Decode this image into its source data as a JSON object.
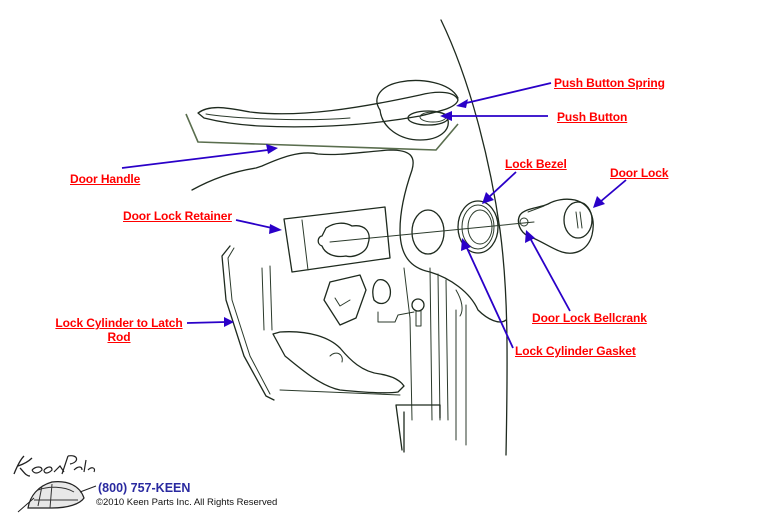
{
  "diagram": {
    "title": "Door Lock Diagram",
    "labels": [
      {
        "id": "push-button-spring",
        "text": "Push Button Spring"
      },
      {
        "id": "push-button",
        "text": "Push Button"
      },
      {
        "id": "door-handle",
        "text": "Door Handle"
      },
      {
        "id": "lock-bezel",
        "text": "Lock Bezel"
      },
      {
        "id": "door-lock",
        "text": "Door Lock"
      },
      {
        "id": "door-lock-retainer",
        "text": "Door Lock Retainer"
      },
      {
        "id": "lock-cylinder-to-latch-rod",
        "line1": "Lock Cylinder to Latch",
        "line2": "Rod"
      },
      {
        "id": "door-lock-bellcrank",
        "text": "Door Lock Bellcrank"
      },
      {
        "id": "lock-cylinder-gasket",
        "text": "Lock Cylinder Gasket"
      }
    ],
    "colors": {
      "label": "#ff0000",
      "arrow": "#2a00c8",
      "line_art": "#1e2a1e",
      "phone": "#2a2aa0"
    }
  },
  "footer": {
    "logo_text": "Keen Parts",
    "phone": "(800) 757-KEEN",
    "copyright": "©2010 Keen Parts Inc. All Rights Reserved"
  }
}
